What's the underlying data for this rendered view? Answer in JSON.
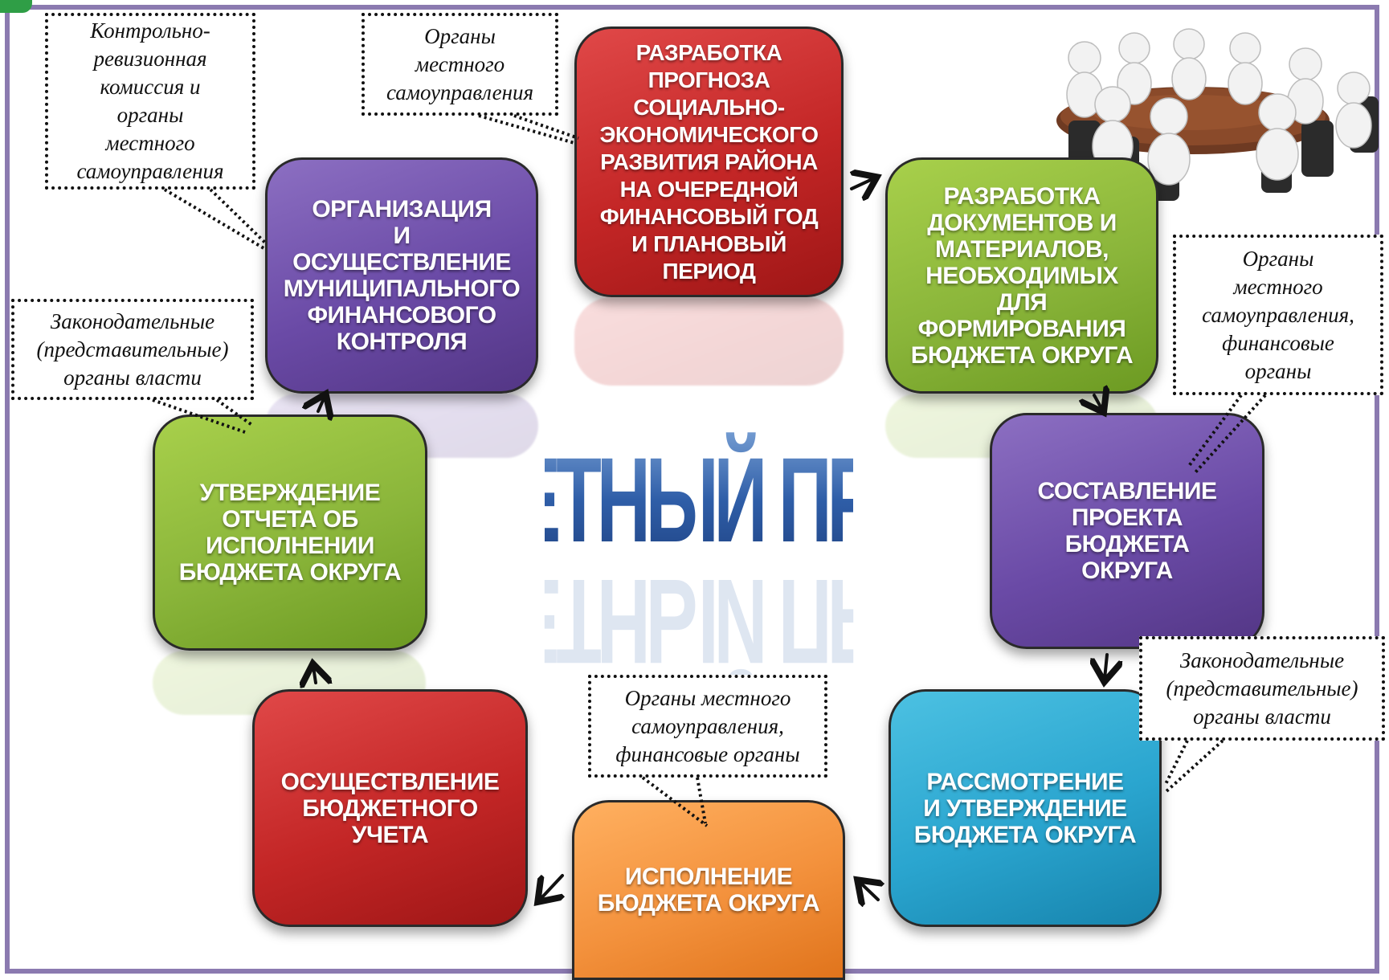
{
  "title": "БЮДЖЕТНЫЙ ПРОЦЕСС",
  "stages": {
    "forecast": "РАЗРАБОТКА\nПРОГНОЗА\nСОЦИАЛЬНО-\nЭКОНОМИЧЕСКОГО\nРАЗВИТИЯ РАЙОНА\nНА ОЧЕРЕДНОЙ\nФИНАНСОВЫЙ ГОД\nИ ПЛАНОВЫЙ\nПЕРИОД",
    "documents": "РАЗРАБОТКА\nДОКУМЕНТОВ И\nМАТЕРИАЛОВ,\nНЕОБХОДИМЫХ ДЛЯ\nФОРМИРОВАНИЯ\nБЮДЖЕТА ОКРУГА",
    "drafting": "СОСТАВЛЕНИЕ\nПРОЕКТА БЮДЖЕТА\nОКРУГА",
    "approval": "РАССМОТРЕНИЕ\nИ УТВЕРЖДЕНИЕ\nБЮДЖЕТА ОКРУГА",
    "execution": "ИСПОЛНЕНИЕ\nБЮДЖЕТА ОКРУГА",
    "accounting": "ОСУЩЕСТВЛЕНИЕ\nБЮДЖЕТНОГО\nУЧЕТА",
    "report": "УТВЕРЖДЕНИЕ\nОТЧЕТА ОБ\nИСПОЛНЕНИИ\nБЮДЖЕТА ОКРУГА",
    "control": "ОРГАНИЗАЦИЯ\nИ ОСУЩЕСТВЛЕНИЕ\nМУНИЦИПАЛЬНОГО\nФИНАНСОВОГО\nКОНТРОЛЯ"
  },
  "notes": {
    "control": "Контрольно-\nревизионная\nкомиссия и\nорганы\nместного\nсамоуправления",
    "forecast": "Органы\nместного\nсамоуправления",
    "drafting": "Органы\nместного\nсамоуправления,\nфинансовые\nорганы",
    "report": "Законодательные\n(представительные)\nорганы власти",
    "approval": "Законодательные\n(представительные)\nорганы власти",
    "execution": "Органы местного\nсамоуправления,\nфинансовые органы"
  },
  "colors": {
    "purple": "#6a4aa6",
    "red": "#c32626",
    "green": "#8ab53a",
    "blue": "#2aa5cf",
    "orange": "#f3913c",
    "title": "#2f5ea8",
    "frame": "#8b7ab0"
  },
  "icons": {
    "illustration": "meeting-table-people-illustration"
  }
}
